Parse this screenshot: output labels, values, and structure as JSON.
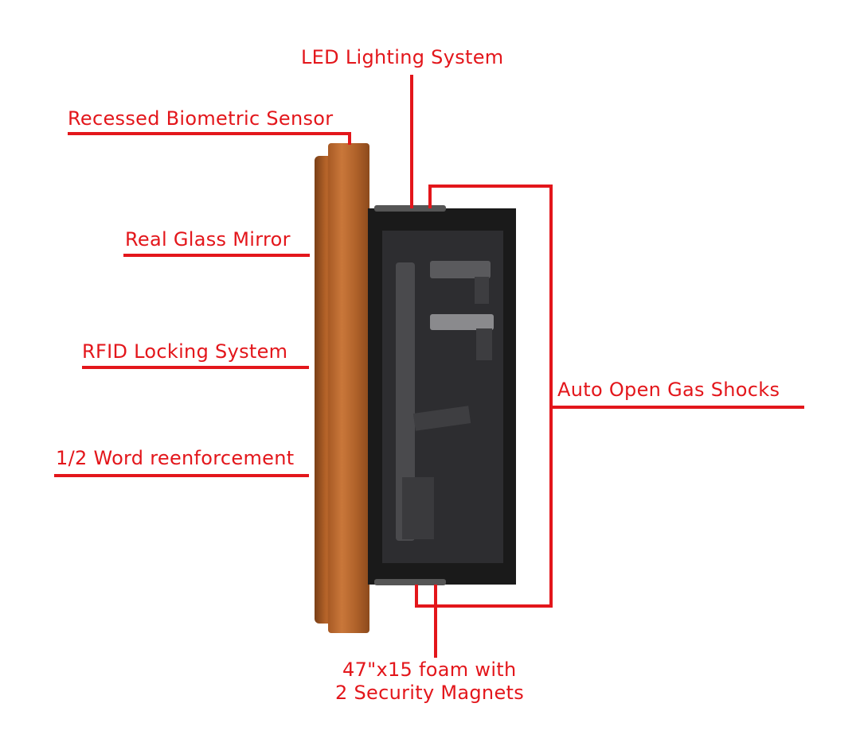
{
  "labels": {
    "led": "LED Lighting System",
    "biometric": "Recessed Biometric Sensor",
    "mirror": "Real Glass Mirror",
    "rfid": "RFID Locking System",
    "reinforcement": "1/2 Word reenforcement",
    "gas_shocks": "Auto Open Gas Shocks",
    "foam_line1": "47\"x15 foam with",
    "foam_line2": "2 Security Magnets"
  },
  "colors": {
    "accent": "#e3161b",
    "wood": "#b8652a",
    "cabinet": "#1c1c1c",
    "foam": "#2a2a2c"
  }
}
